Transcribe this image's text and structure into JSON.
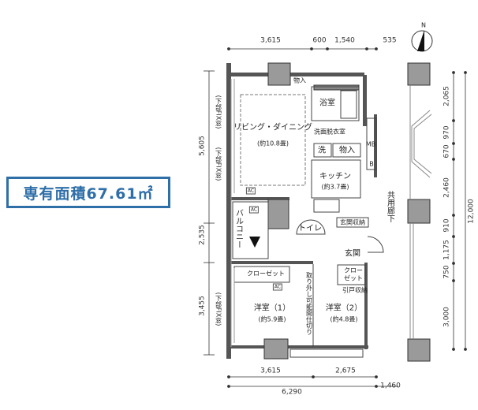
{
  "area_badge": {
    "text": "専有面積67.61㎡",
    "color": "#2f6fa8"
  },
  "compass": {
    "label": "N"
  },
  "dimensions": {
    "top": [
      "3,615",
      "600",
      "1,540",
      "535"
    ],
    "bottom_row1": [
      "3,615",
      "2,675"
    ],
    "bottom_row2": [
      "6,290",
      "1,460"
    ],
    "left": [
      "5,605",
      "2,535",
      "3,455"
    ],
    "right": [
      "2,065",
      "970",
      "670",
      "2,460",
      "910",
      "1,175",
      "750",
      "3,000"
    ],
    "right_total": "12,000"
  },
  "rooms": {
    "living_name": "リビング・ダイニング",
    "living_size": "(約10.8畳)",
    "bath": "浴室",
    "storage_top": "物入",
    "washroom": "洗面脱衣室",
    "mb": "MB",
    "wash": "洗",
    "storage_mid": "物入",
    "b": "B",
    "kitchen_name": "キッチン",
    "kitchen_size": "(約3.7畳)",
    "balcony": "バルコニー",
    "toilet": "トイレ",
    "entrance_storage": "玄関収納",
    "entrance": "玄関",
    "closet1": "クローゼット",
    "closet2_a": "クロー",
    "closet2_b": "ゼット",
    "sliding_storage": "引戸収納",
    "room1_name": "洋室（1）",
    "room1_size": "(約5.9畳)",
    "room2_name": "洋室（2）",
    "room2_size": "(約4.8畳)",
    "partition": "取り外し可能間仕切り",
    "fix_window": "(下部FIX窓)",
    "ac": "AC",
    "corridor": "共用廊下"
  },
  "colors": {
    "wall": "#555555",
    "column": "#9a9a9a",
    "accent": "#2f6fa8"
  }
}
